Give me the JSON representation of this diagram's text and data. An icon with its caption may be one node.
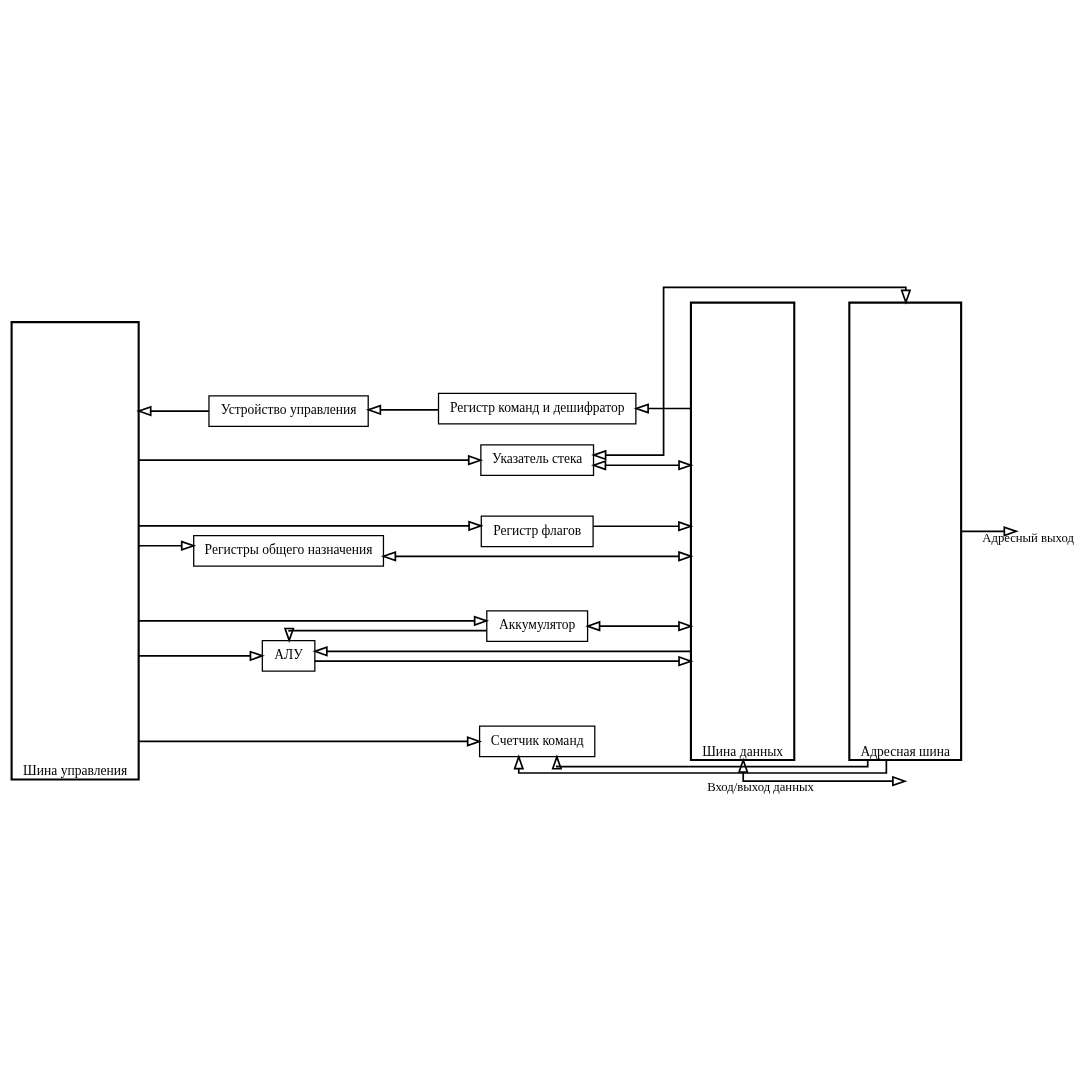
{
  "diagram": {
    "nodes": [
      {
        "text": [
          "Регистр флагов"
        ]
      },
      {
        "text": [
          "Указатель стека"
        ]
      },
      {
        "text": [
          "Регистры общего назначения"
        ]
      },
      {
        "text": [
          "Аккумулятор"
        ]
      },
      {
        "text": [
          "АЛУ"
        ]
      },
      {
        "text": [
          "Счетчик команд"
        ]
      },
      {
        "text": [
          "Регистр команд и дешифратор"
        ]
      },
      {
        "text": [
          "Устройство управления"
        ]
      },
      {
        "text": [
          "Шина управления"
        ]
      },
      {
        "text": [
          "Шина данных"
        ]
      },
      {
        "text": [
          "Адресная шина"
        ]
      }
    ],
    "edges": [
      {
        "from": 8,
        "to": 0,
        "arrow": "to"
      },
      {
        "from": 0,
        "to": 9,
        "arrow": "to"
      },
      {
        "from": 8,
        "to": 1,
        "arrow": "to"
      },
      {
        "from": 1,
        "to": 10,
        "arrow": "both"
      },
      {
        "from": 1,
        "to": 9,
        "arrow": "both"
      },
      {
        "from": 9,
        "to": null,
        "arrow": "both",
        "label": "Вход/выход данных"
      },
      {
        "from": 8,
        "to": 2,
        "arrow": "to"
      },
      {
        "from": 2,
        "to": 9,
        "arrow": "both"
      },
      {
        "from": 8,
        "to": 3,
        "arrow": "to"
      },
      {
        "from": 3,
        "to": 9,
        "arrow": "both"
      },
      {
        "from": 3,
        "to": 4,
        "arrow": "to"
      },
      {
        "from": 8,
        "to": 4,
        "arrow": "to"
      },
      {
        "from": 9,
        "to": 4,
        "arrow": "to"
      },
      {
        "from": 4,
        "to": 9,
        "arrow": "to"
      },
      {
        "from": 10,
        "to": 5,
        "arrow": "to"
      },
      {
        "from": 10,
        "to": 5,
        "arrow": "to"
      },
      {
        "from": 8,
        "to": 5,
        "arrow": "to"
      },
      {
        "from": 9,
        "to": 6,
        "arrow": "to"
      },
      {
        "from": 6,
        "to": 7,
        "arrow": "to"
      },
      {
        "from": 7,
        "to": 8,
        "arrow": "to"
      },
      {
        "from": 10,
        "to": null,
        "arrow": "to",
        "label": "Адресный выход"
      }
    ]
  }
}
